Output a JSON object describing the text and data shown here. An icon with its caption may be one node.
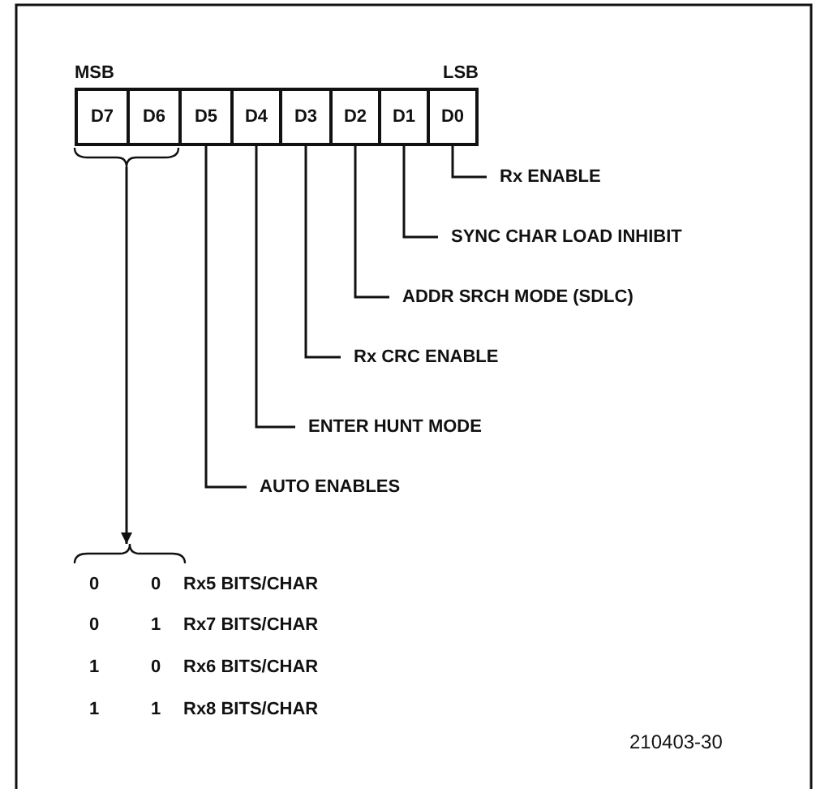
{
  "diagram": {
    "nodes": [
      {
        "text": [
          "D7"
        ],
        "beside": [
          "MSB"
        ]
      },
      {
        "text": [
          "D6"
        ]
      },
      {
        "text": [
          "D5"
        ]
      },
      {
        "text": [
          "D4"
        ]
      },
      {
        "text": [
          "D3"
        ]
      },
      {
        "text": [
          "D2"
        ]
      },
      {
        "text": [
          "D1"
        ]
      },
      {
        "text": [
          "D0"
        ],
        "beside": [
          "LSB"
        ]
      },
      {
        "text": [
          "Rx ENABLE"
        ]
      },
      {
        "text": [
          "SYNC CHAR LOAD INHIBIT"
        ]
      },
      {
        "text": [
          "ADDR SRCH MODE (SDLC)"
        ]
      },
      {
        "text": [
          "Rx CRC ENABLE"
        ]
      },
      {
        "text": [
          "ENTER HUNT MODE"
        ]
      },
      {
        "text": [
          "AUTO ENABLES"
        ]
      },
      {
        "text": [],
        "shape": "brace"
      },
      {
        "text": [],
        "shape": "brace"
      }
    ],
    "edges": [
      {
        "from": 7,
        "to": 8,
        "arrow": "none"
      },
      {
        "from": 6,
        "to": 9,
        "arrow": "none"
      },
      {
        "from": 5,
        "to": 10,
        "arrow": "none"
      },
      {
        "from": 4,
        "to": 11,
        "arrow": "none"
      },
      {
        "from": 3,
        "to": 12,
        "arrow": "none"
      },
      {
        "from": 2,
        "to": 13,
        "arrow": "none"
      },
      {
        "from": 14,
        "to": 15,
        "arrow": "to"
      }
    ],
    "labels": [
      "0",
      "0",
      "Rx5 BITS/CHAR",
      "0",
      "1",
      "Rx7 BITS/CHAR",
      "1",
      "0",
      "Rx6 BITS/CHAR",
      "1",
      "1",
      "Rx8 BITS/CHAR",
      "210403-30"
    ]
  }
}
